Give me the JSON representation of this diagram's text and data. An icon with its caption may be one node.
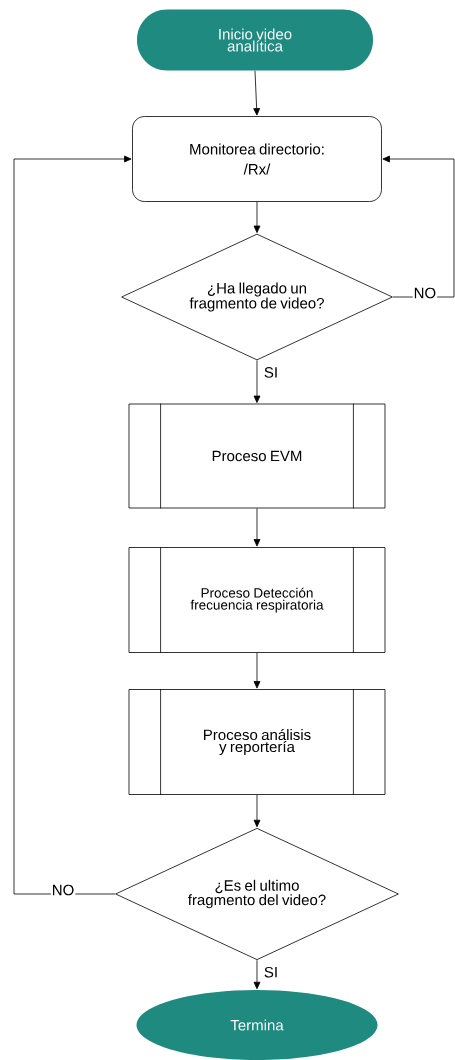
{
  "diagram": {
    "nodes": [
      {
        "text": [
          "Inicio video analítica"
        ]
      },
      {
        "text": [
          "Monitorea directorio:",
          "/Rx/"
        ]
      },
      {
        "text": [
          "¿Ha llegado un fragmento de video?"
        ]
      },
      {
        "text": [
          "Proceso EVM"
        ]
      },
      {
        "text": [
          "Proceso Detección frecuencia respiratoria"
        ]
      },
      {
        "text": [
          "Proceso análisis y reportería"
        ]
      },
      {
        "text": [
          "¿Es el ultimo fragmento del video?"
        ]
      },
      {
        "text": [
          "Termina"
        ]
      }
    ],
    "edges": [
      {
        "from": 0,
        "to": 1,
        "arrow": "to"
      },
      {
        "from": 1,
        "to": 2,
        "arrow": "to"
      },
      {
        "from": 2,
        "to": 3,
        "arrow": "to",
        "label": "SI"
      },
      {
        "from": 3,
        "to": 4,
        "arrow": "to"
      },
      {
        "from": 4,
        "to": 5,
        "arrow": "to"
      },
      {
        "from": 5,
        "to": 6,
        "arrow": "to"
      },
      {
        "from": 6,
        "to": 7,
        "arrow": "to",
        "label": "SI"
      },
      {
        "from": 2,
        "to": 1,
        "arrow": "to",
        "label": "NO"
      },
      {
        "from": 6,
        "to": 1,
        "arrow": "to",
        "label": "NO"
      }
    ]
  }
}
